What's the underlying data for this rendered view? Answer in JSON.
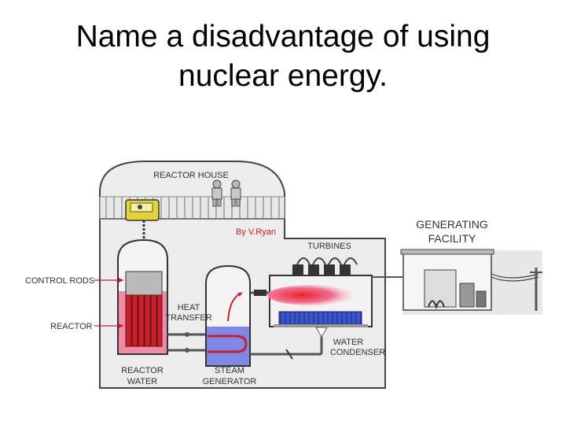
{
  "slide": {
    "title_line1": "Name a disadvantage of using",
    "title_line2": "nuclear energy."
  },
  "diagram": {
    "reactor_house": "REACTOR HOUSE",
    "author": "By V.Ryan",
    "turbines": "TURBINES",
    "generating_line1": "GENERATING",
    "generating_line2": "FACILITY",
    "control_rods": "CONTROL RODS",
    "reactor": "REACTOR",
    "heat_line1": "HEAT",
    "heat_line2": "TRANSFER",
    "water_condenser_line1": "WATER",
    "water_condenser_line2": "CONDENSER",
    "reactor_water_line1": "REACTOR",
    "reactor_water_line2": "WATER",
    "steam_line1": "STEAM",
    "steam_line2": "GENERATOR"
  },
  "colors": {
    "reactor_water": "#f08aa8",
    "steam_water": "#7f88e6",
    "rods": "#c8202a",
    "cab": "#e6d33a"
  }
}
